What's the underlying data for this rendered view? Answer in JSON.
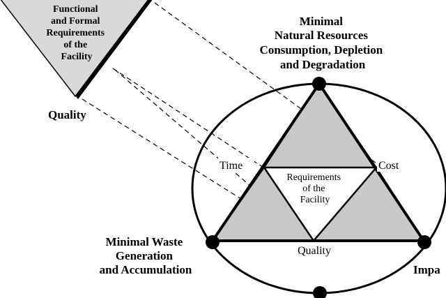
{
  "top_triangle": {
    "lines": [
      "Functional",
      "and Formal",
      "Requirements",
      "of the",
      "Facility"
    ]
  },
  "quality_outer": "Quality",
  "labels": {
    "top_right": [
      "Minimal",
      "Natural Resources",
      "Consumption, Depletion",
      "and Degradation"
    ],
    "bottom_left": [
      "Minimal Waste",
      "Generation",
      "and Accumulation"
    ],
    "bottom_right": "Impa"
  },
  "inner": {
    "time": "Time",
    "cost": "Cost",
    "quality": "Quality",
    "center": [
      "Requirements",
      "of the",
      "Facility"
    ]
  },
  "colors": {
    "fill": "#c8c8c8",
    "stroke": "#000000",
    "background": "#ffffff"
  }
}
